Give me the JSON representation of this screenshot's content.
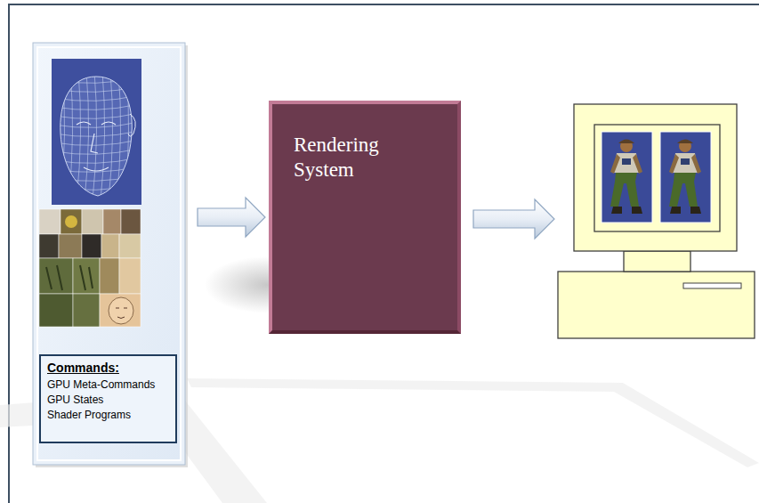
{
  "diagram": {
    "nodes": [
      {
        "text": []
      },
      {
        "text": [
          "Commands:",
          "GPU Meta-Commands",
          "GPU States",
          "Shader Programs"
        ],
        "in": 0
      },
      {
        "text": [
          "Rendering System"
        ]
      },
      {
        "text": []
      }
    ],
    "edges": [
      {
        "from": 0,
        "to": 2,
        "arrow": "to"
      },
      {
        "from": 2,
        "to": 3,
        "arrow": "to"
      }
    ]
  }
}
